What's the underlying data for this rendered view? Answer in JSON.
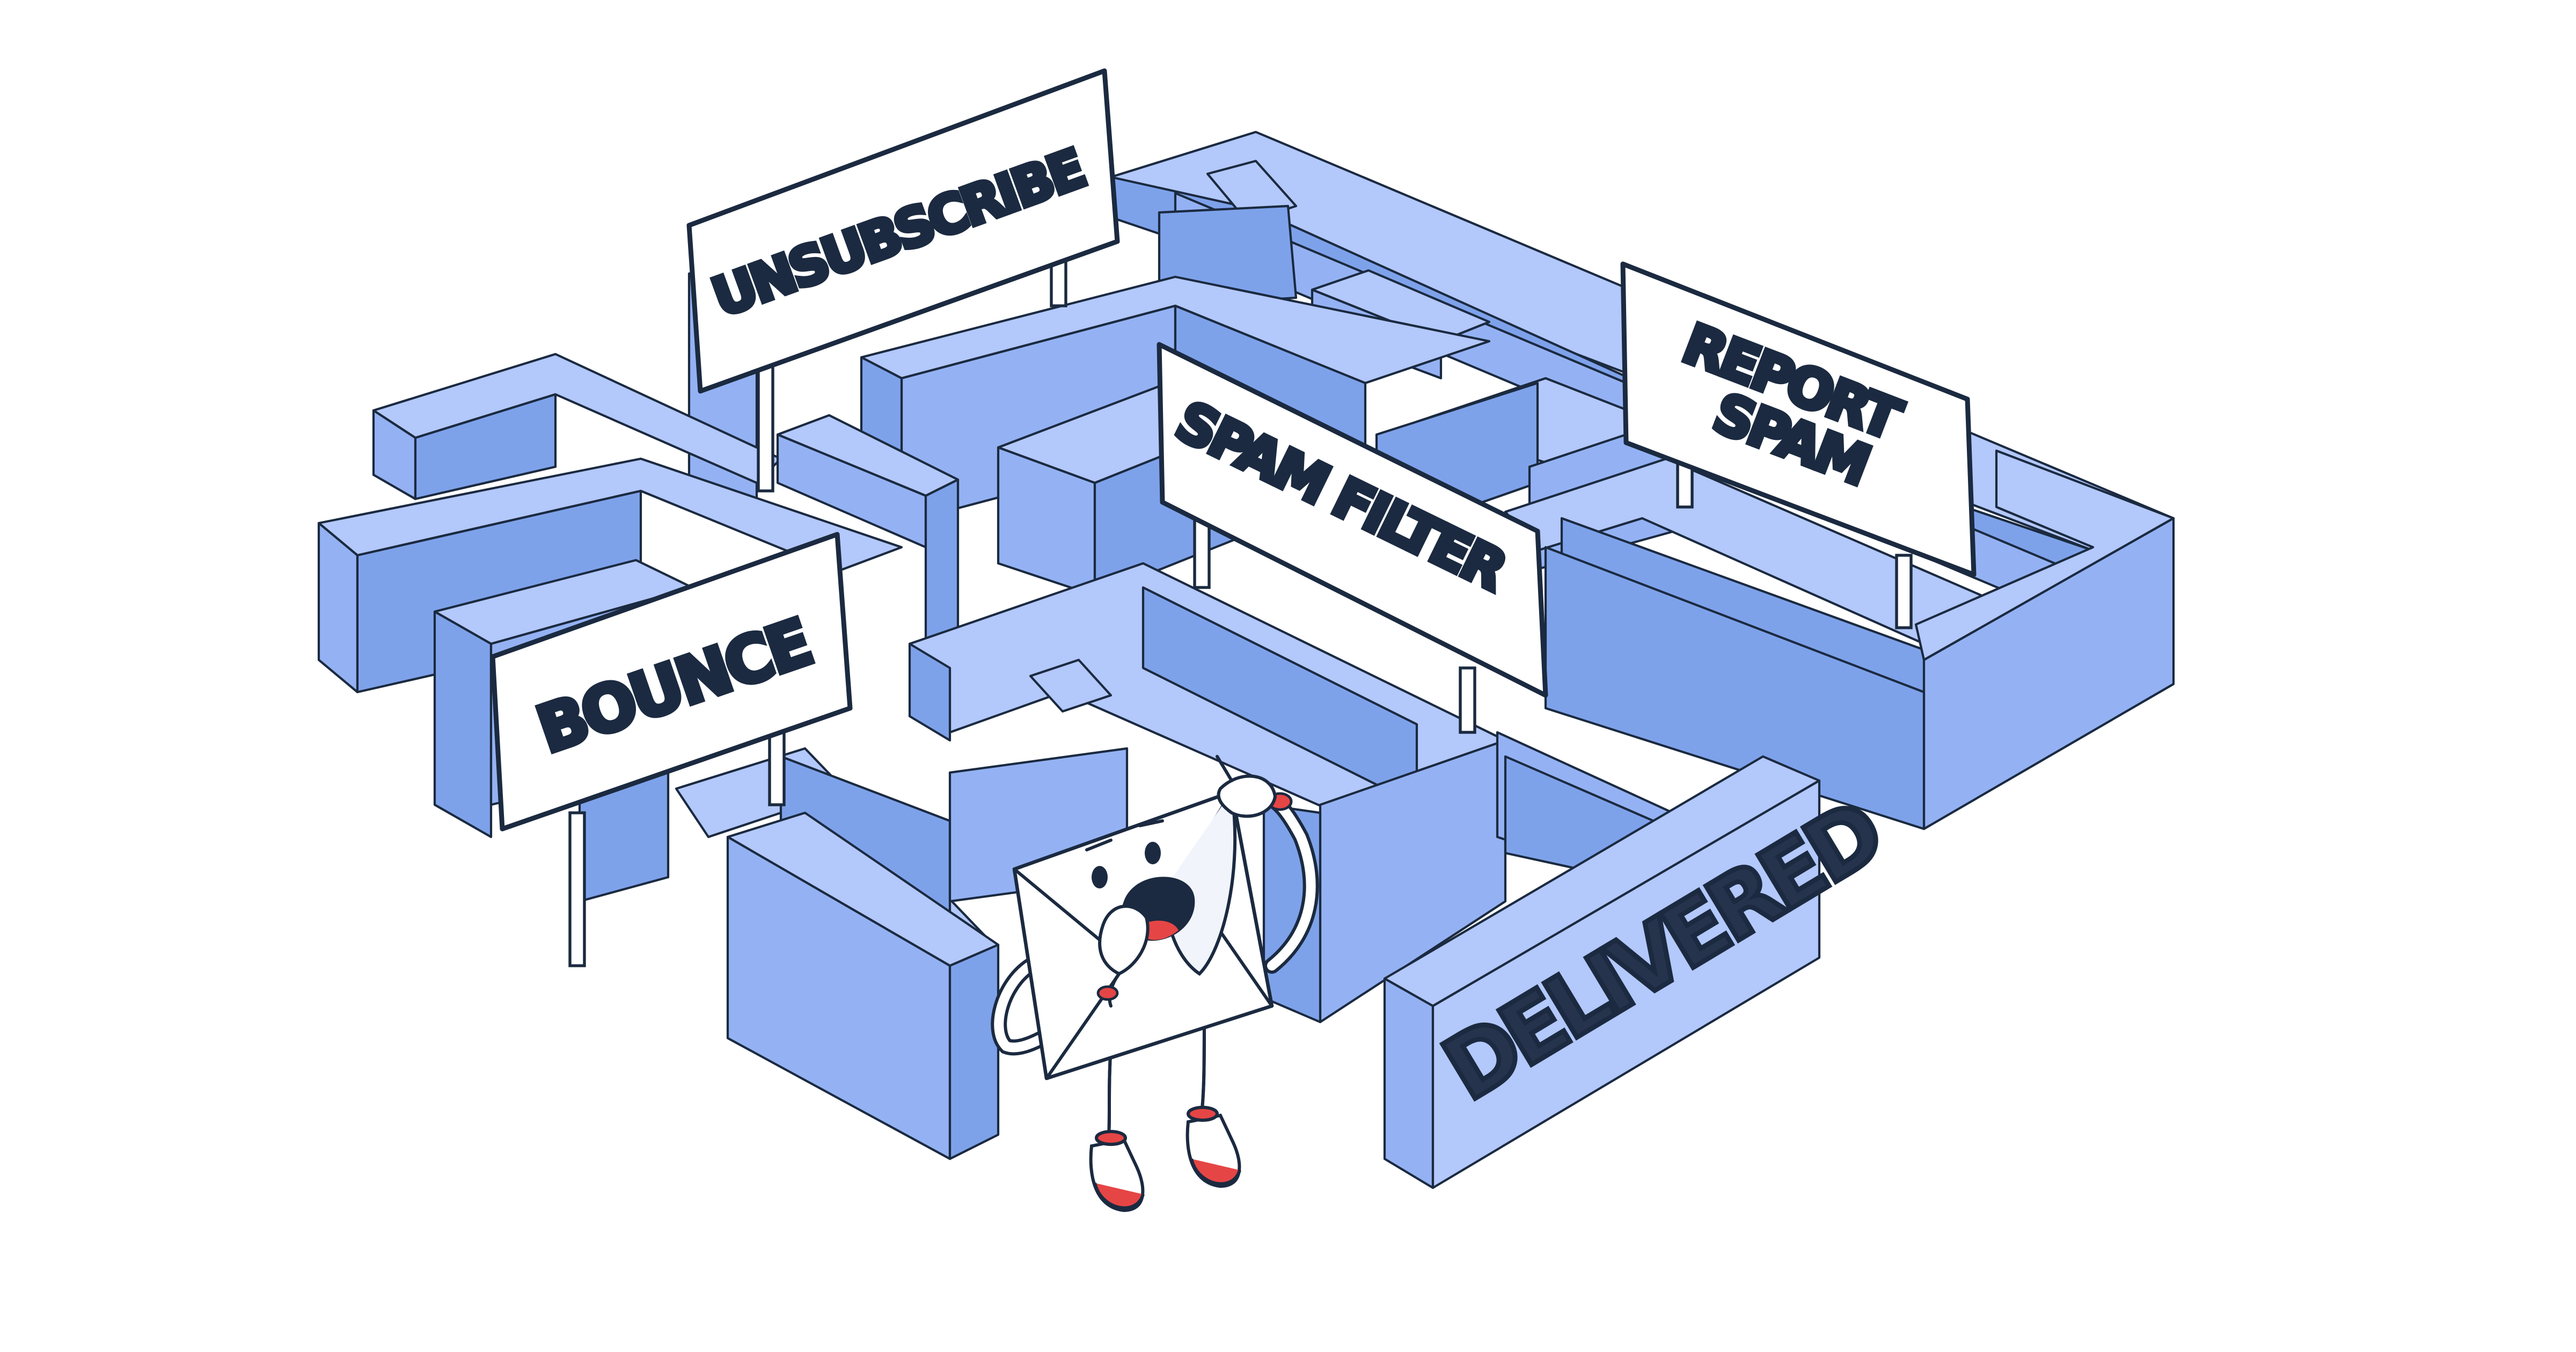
{
  "illustration": {
    "signs": {
      "unsubscribe": "UNSUBSCRIBE",
      "report_spam_line1": "REPORT",
      "report_spam_line2": "SPAM",
      "spam_filter": "SPAM FILTER",
      "bounce": "BOUNCE"
    },
    "wall_label": "DELIVERED",
    "colors": {
      "wall_top": "#b3c8fb",
      "wall_side_light": "#94b2f3",
      "wall_side_dark": "#7ea2ea",
      "outline": "#1b2a40",
      "sign_face": "#ffffff",
      "accent_red": "#e64545"
    },
    "icons": [
      "envelope-character-icon",
      "maze-icon",
      "signpost-icon"
    ]
  }
}
